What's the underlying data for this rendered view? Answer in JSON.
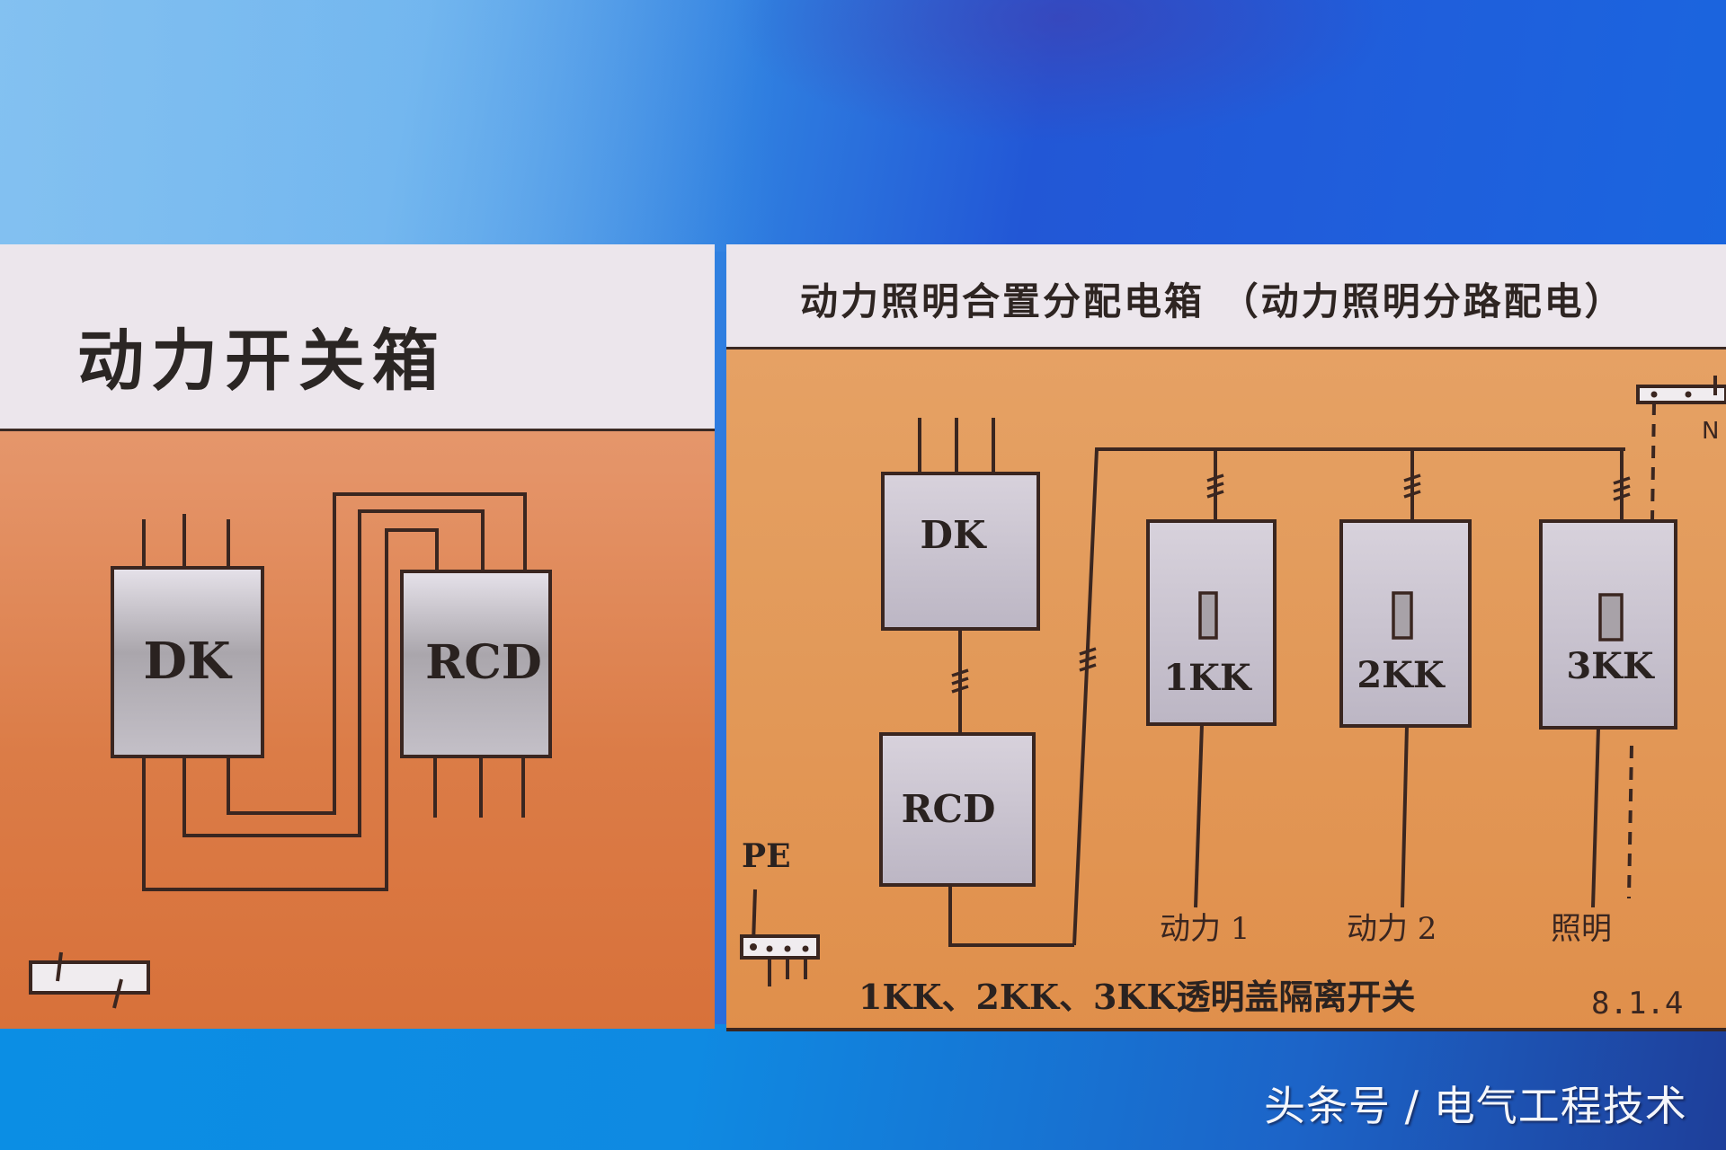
{
  "left_panel": {
    "title": "动力开关箱",
    "boxes": [
      {
        "id": "dk",
        "label": "DK"
      },
      {
        "id": "rcd",
        "label": "RCD"
      }
    ]
  },
  "right_panel": {
    "title": "动力照明合置分配电箱 （动力照明分路配电）",
    "boxes": [
      {
        "id": "dk",
        "label": "DK"
      },
      {
        "id": "rcd",
        "label": "RCD"
      },
      {
        "id": "1kk",
        "label": "1KK"
      },
      {
        "id": "2kk",
        "label": "2KK"
      },
      {
        "id": "3kk",
        "label": "3KK"
      }
    ],
    "terminal_labels": {
      "pe": "PE",
      "n": "N"
    },
    "circuit_labels": [
      "动力 1",
      "动力 2",
      "照明"
    ],
    "caption": "1KK、2KK、3KK透明盖隔离开关",
    "figure_number": "8.1.4"
  },
  "watermark": "头条号 / 电气工程技术",
  "colors": {
    "background_blue": "#1f5fdc",
    "panel_orange": "#e39c5d",
    "box_gray": "#c9c3cd",
    "title_band": "#ece6ec",
    "line": "#3a2620"
  }
}
